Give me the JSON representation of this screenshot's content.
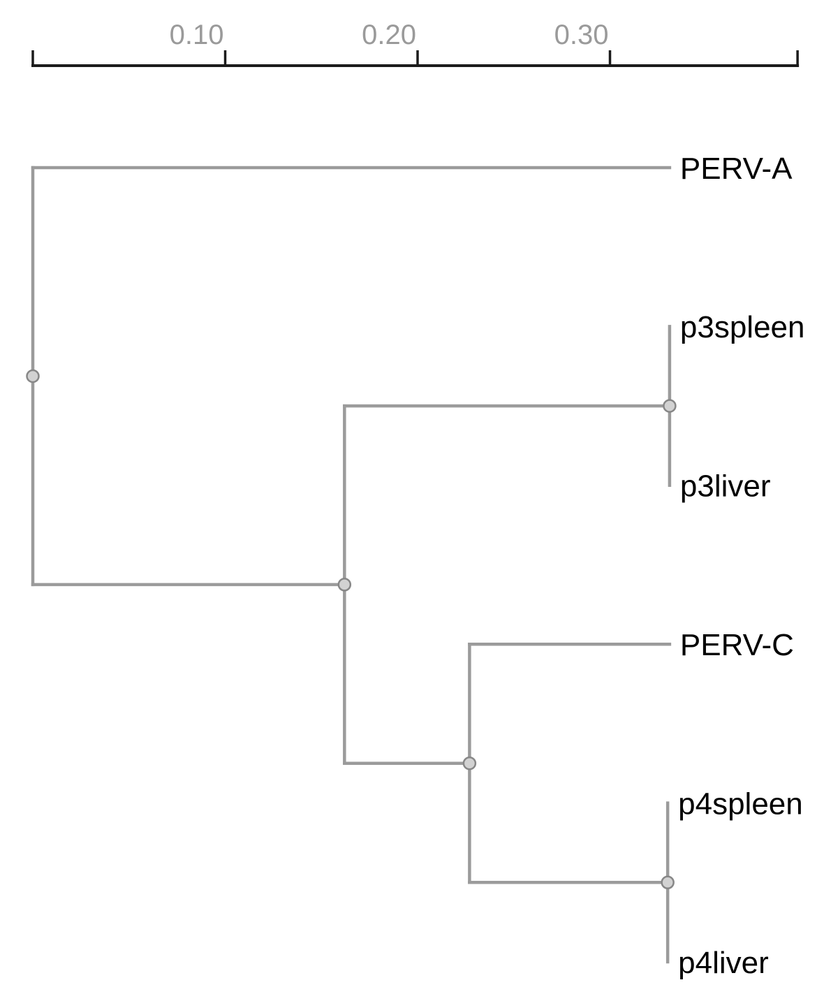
{
  "figure": {
    "kind": "phylogenetic-tree",
    "orientation": "left-to-right"
  },
  "scale_bar": {
    "range_min": 0.0,
    "range_max": 0.3975,
    "tick_labels": [
      "0.10",
      "0.20",
      "0.30"
    ],
    "tick_values": [
      0.1,
      0.2,
      0.3
    ]
  },
  "taxa": [
    "PERV-A",
    "p3spleen",
    "p3liver",
    "PERV-C",
    "p4spleen",
    "p4liver"
  ],
  "chart_data": {
    "type": "phylogram",
    "title": "",
    "newick": "(PERV-A:0.331,((p3spleen:0.0,p3liver:0.0):0.169,(PERV-C:0.104,(p4spleen:0.0,p4liver:0.0):0.103):0.065):0.162);",
    "tree": {
      "root": {
        "id": "root",
        "branch_length": 0.0,
        "children": [
          {
            "label": "PERV-A",
            "branch_length": 0.331
          },
          {
            "id": "node-B",
            "branch_length": 0.162,
            "children": [
              {
                "id": "node-p3",
                "branch_length": 0.169,
                "children": [
                  {
                    "label": "p3spleen",
                    "branch_length": 0.0
                  },
                  {
                    "label": "p3liver",
                    "branch_length": 0.0
                  }
                ]
              },
              {
                "id": "node-CD",
                "branch_length": 0.065,
                "children": [
                  {
                    "label": "PERV-C",
                    "branch_length": 0.104
                  },
                  {
                    "id": "node-p4",
                    "branch_length": 0.103,
                    "children": [
                      {
                        "label": "p4spleen",
                        "branch_length": 0.0
                      },
                      {
                        "label": "p4liver",
                        "branch_length": 0.0
                      }
                    ]
                  }
                ]
              }
            ]
          }
        ]
      }
    }
  },
  "colors": {
    "branch": "#9b9b9b",
    "node_fill": "#d2d2d2",
    "node_stroke": "#878787",
    "scale_bar": "#1b1b1b",
    "scale_label": "#9a9a9a",
    "taxon_label": "#000000",
    "background": "#ffffff"
  }
}
